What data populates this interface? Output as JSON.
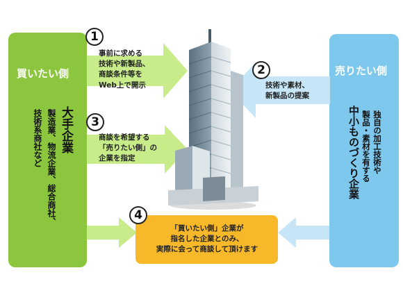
{
  "left_panel": {
    "title": "買いたい側",
    "main": "大手企業",
    "sub_col1": "製造業、物流企業、総合商社、",
    "sub_col2": "技術系商社など"
  },
  "right_panel": {
    "title": "売りたい側",
    "main_col1": "中小ものづくり企業",
    "desc_col1": "独自の加工技術や",
    "desc_col2": "製品・素材を有する"
  },
  "steps": [
    {
      "number": "1",
      "lines": [
        "事前に求める",
        "技術や新製品、",
        "商談条件等を",
        "Web上で開示"
      ]
    },
    {
      "number": "2",
      "lines": [
        "技術や素材、",
        "新製品の提案"
      ]
    },
    {
      "number": "3",
      "lines": [
        "商談を希望する",
        "「売りたい側」の",
        "企業を指定"
      ]
    },
    {
      "number": "4",
      "lines": [
        "「買いたい側」企業が",
        "指名した企業とのみ、",
        "実際に会って商談して頂けます"
      ]
    }
  ],
  "colors": {
    "green": "#8cc63e",
    "light_green_arrow": "#c8ec8a",
    "blue": "#7ec8ee",
    "light_blue_arrow": "#c6e6f8",
    "orange": "#f7b92a"
  }
}
